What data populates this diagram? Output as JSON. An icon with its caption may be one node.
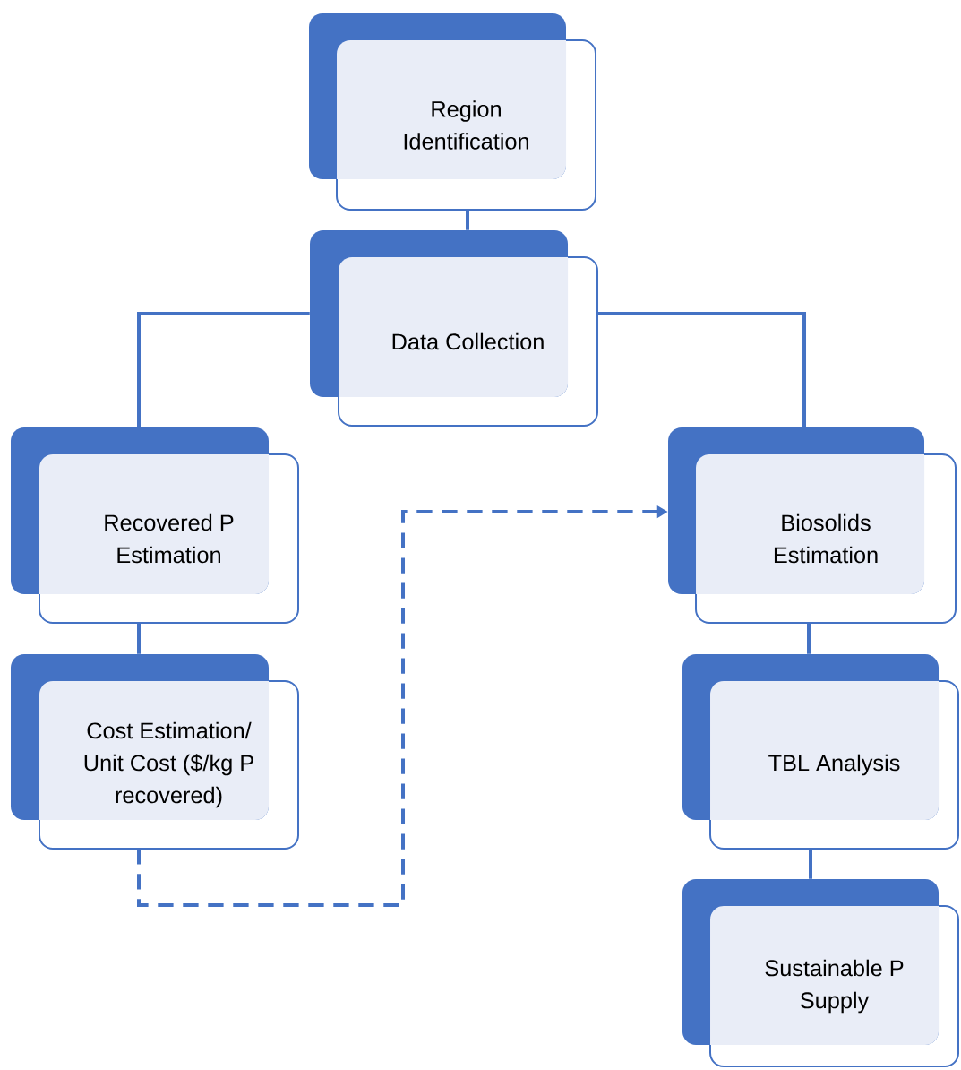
{
  "diagram": {
    "nodes": [
      {
        "text": [
          "Region Identification"
        ]
      },
      {
        "text": [
          "Data Collection"
        ]
      },
      {
        "text": [
          "Recovered P Estimation"
        ]
      },
      {
        "text": [
          "Cost Estimation/ Unit Cost ($/kg P recovered)"
        ]
      },
      {
        "text": [
          "Biosolids Estimation"
        ]
      },
      {
        "text": [
          "TBL Analysis"
        ]
      },
      {
        "text": [
          "Sustainable P Supply"
        ]
      }
    ],
    "edges": [
      {
        "from": 0,
        "to": 1,
        "arrow": "none"
      },
      {
        "from": 1,
        "to": 2,
        "arrow": "none"
      },
      {
        "from": 1,
        "to": 4,
        "arrow": "none"
      },
      {
        "from": 2,
        "to": 3,
        "arrow": "none"
      },
      {
        "from": 4,
        "to": 5,
        "arrow": "none"
      },
      {
        "from": 5,
        "to": 6,
        "arrow": "none"
      },
      {
        "from": 3,
        "to": 4,
        "arrow": "to",
        "style": "dashed"
      }
    ]
  }
}
